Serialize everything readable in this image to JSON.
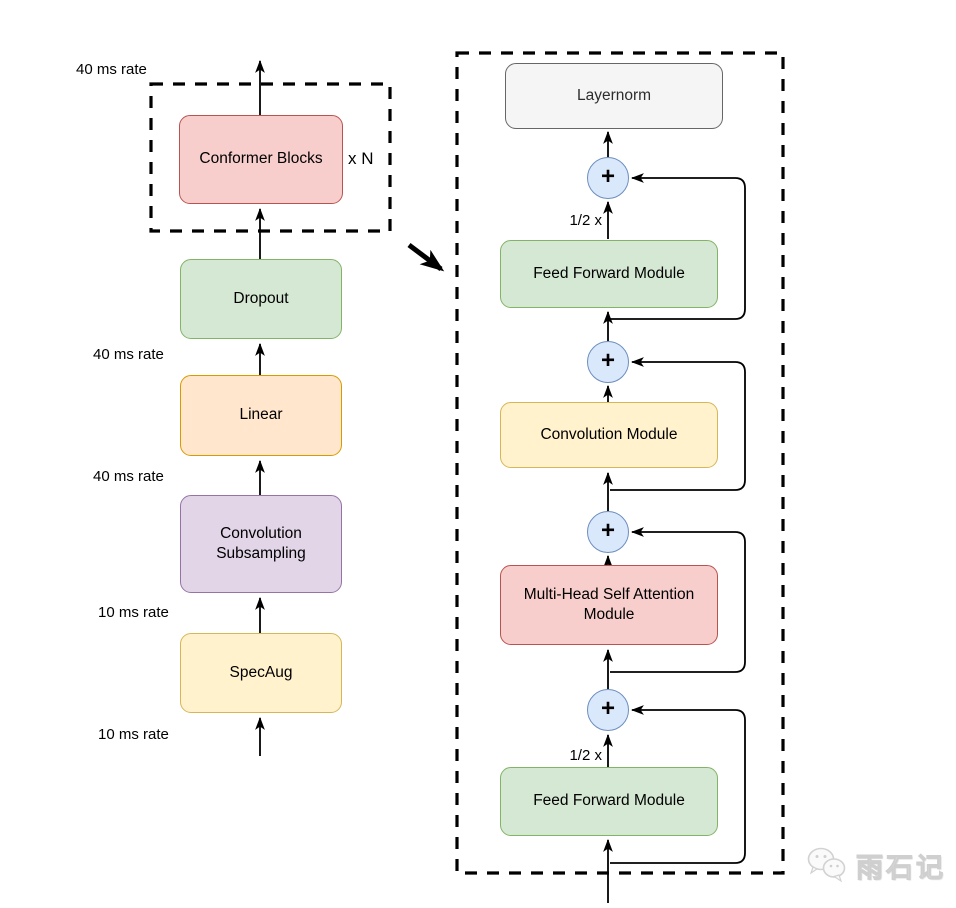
{
  "colors": {
    "line": "#000000",
    "red_fill": "#f8cecc",
    "red_stroke": "#b85450",
    "green_fill": "#d5e8d4",
    "green_stroke": "#82b366",
    "orange_fill": "#ffe6cc",
    "orange_stroke": "#d79b00",
    "purple_fill": "#e1d5e7",
    "purple_stroke": "#9673a6",
    "yellow_fill": "#fff2cc",
    "yellow_stroke": "#d6b656",
    "gray_fill": "#f5f5f5",
    "gray_stroke": "#666666",
    "blue_fill": "#dae8fc",
    "blue_stroke": "#6c8ebf"
  },
  "encoder": {
    "blocks": {
      "conformer": "Conformer Blocks",
      "dropout": "Dropout",
      "linear": "Linear",
      "subsampling": "Convolution Subsampling",
      "specaug": "SpecAug"
    },
    "repeat_label": "x N",
    "rate_labels": [
      "40 ms rate",
      "40 ms rate",
      "40 ms rate",
      "10 ms rate",
      "10 ms rate"
    ]
  },
  "conformer_block": {
    "layernorm": "Layernorm",
    "ffn_top": "Feed Forward Module",
    "conv": "Convolution Module",
    "mhsa": "Multi-Head Self Attention Module",
    "ffn_bottom": "Feed Forward Module",
    "half_label_top": "1/2 x",
    "half_label_bottom": "1/2 x",
    "plus": "+"
  },
  "watermark": {
    "text": "雨石记"
  }
}
